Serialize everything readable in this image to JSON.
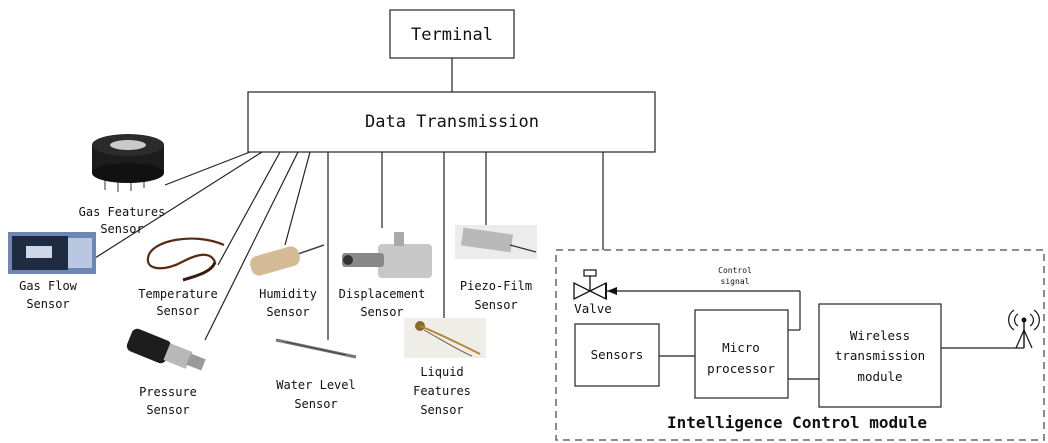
{
  "terminal": {
    "label": "Terminal"
  },
  "data_transmission": {
    "label": "Data Transmission"
  },
  "sensors": {
    "gas_features": [
      "Gas Features",
      "Sensor"
    ],
    "gas_flow": [
      "Gas Flow",
      "Sensor"
    ],
    "temperature": [
      "Temperature",
      "Sensor"
    ],
    "pressure": [
      "Pressure",
      "Sensor"
    ],
    "humidity": [
      "Humidity",
      "Sensor"
    ],
    "water_level": [
      "Water Level",
      "Sensor"
    ],
    "displacement": [
      "Displacement",
      "Sensor"
    ],
    "liquid_features": [
      "Liquid",
      "Features",
      "Sensor"
    ],
    "piezo_film": [
      "Piezo-Film",
      "Sensor"
    ]
  },
  "control_module": {
    "title": "Intelligence Control module",
    "valve": "Valve",
    "control_signal": [
      "Control",
      "signal"
    ],
    "sensors_box": "Sensors",
    "microprocessor": [
      "Micro",
      "processor"
    ],
    "wireless": [
      "Wireless",
      "transmission",
      "module"
    ]
  },
  "icons": [
    "gas-sensor-icon",
    "gas-flow-sensor-icon",
    "temperature-probe-icon",
    "pressure-sensor-icon",
    "humidity-sensor-icon",
    "water-level-probe-icon",
    "displacement-sensor-icon",
    "liquid-sensor-icon",
    "piezo-film-icon",
    "antenna-icon",
    "valve-icon"
  ]
}
